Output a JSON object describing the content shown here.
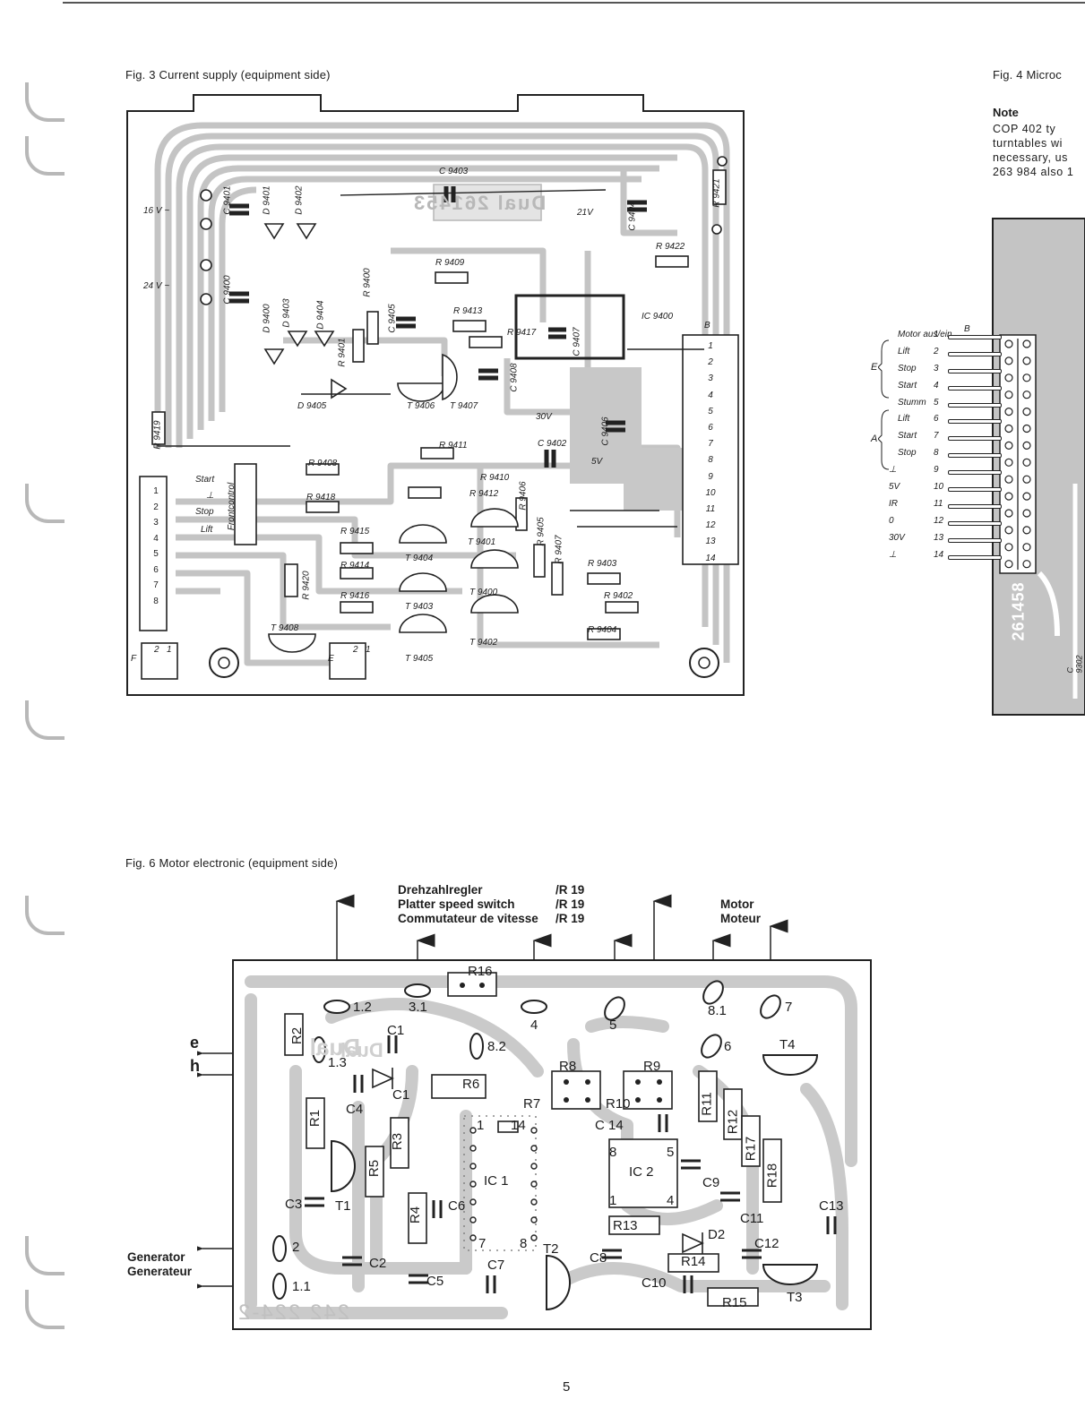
{
  "fig3": {
    "caption": "Fig. 3 Current supply (equipment side)",
    "components": [
      "C 9403",
      "21V",
      "C 9404",
      "R 9421",
      "R 9422",
      "16 V ~",
      "24 V ~",
      "C 9401",
      "D 9401",
      "D 9402",
      "C 9400",
      "D 9400",
      "D 9403",
      "D 9404",
      "R 9401",
      "R 9400",
      "C 9405",
      "R 9409",
      "R 9413",
      "R 9417",
      "C 9407",
      "C 9408",
      "IC 9400",
      "B",
      "D 9405",
      "T 9406",
      "T 9407",
      "R 9419",
      "30V",
      "C 9406",
      "C 9402",
      "5V",
      "R 9411",
      "R 9410",
      "R 9412",
      "R 9408",
      "R 9418",
      "R 9406",
      "R 9405",
      "R 9407",
      "R 9415",
      "R 9414",
      "R 9416",
      "R 9420",
      "T 9404",
      "T 9401",
      "T 9400",
      "T 9403",
      "T 9402",
      "T 9405",
      "T 9408",
      "R 9403",
      "R 9402",
      "R 9404",
      "F",
      "E"
    ],
    "board_text": "Dual 261453",
    "front_control": [
      "Start",
      "⊥",
      "Stop",
      "Lift",
      "Frontcontrol"
    ],
    "connector_left": [
      "1",
      "2",
      "3",
      "4",
      "5",
      "6",
      "7",
      "8"
    ],
    "connector_b": [
      "1",
      "2",
      "3",
      "4",
      "5",
      "6",
      "7",
      "8",
      "9",
      "10",
      "11",
      "12",
      "13",
      "14"
    ],
    "plug_pins": [
      "2",
      "1"
    ]
  },
  "fig4": {
    "caption": "Fig. 4 Microc",
    "note_title": "Note",
    "note_lines": [
      "COP 402 ty",
      "turntables wi",
      "necessary, us",
      "263 984 also 1"
    ],
    "connector_label": "B",
    "pins": [
      {
        "name": "Motor aus/ein",
        "num": "1"
      },
      {
        "name": "Lift",
        "num": "2"
      },
      {
        "name": "Stop",
        "num": "3"
      },
      {
        "name": "Start",
        "num": "4"
      },
      {
        "name": "Stumm",
        "num": "5"
      },
      {
        "name": "Lift",
        "num": "6"
      },
      {
        "name": "Start",
        "num": "7"
      },
      {
        "name": "Stop",
        "num": "8"
      },
      {
        "name": "⊥",
        "num": "9"
      },
      {
        "name": "5V",
        "num": "10"
      },
      {
        "name": "IR",
        "num": "11"
      },
      {
        "name": "0",
        "num": "12"
      },
      {
        "name": "30V",
        "num": "13"
      },
      {
        "name": "⊥",
        "num": "14"
      }
    ],
    "group_e": "E",
    "group_a": "A",
    "board_text": "261458",
    "side_label": "C 9302"
  },
  "fig6": {
    "caption": "Fig. 6 Motor electronic (equipment side)",
    "switch_labels": [
      "Drehzahlregler",
      "Platter speed switch",
      "Commutateur de vitesse"
    ],
    "switch_ref": "/R 19",
    "motor_labels": [
      "Motor",
      "Moteur"
    ],
    "generator_labels": [
      "Generator",
      "Generateur"
    ],
    "input_e": "e",
    "input_h": "h",
    "components": [
      "R16",
      "1.2",
      "3.1",
      "4",
      "5",
      "8.1",
      "7",
      "R2",
      "C1",
      "1.3",
      "8.2",
      "6",
      "T4",
      "C1",
      "R6",
      "R8",
      "R9",
      "R7",
      "R10",
      "C 14",
      "R1",
      "C4",
      "R3",
      "R5",
      "1",
      "14",
      "IC 1",
      "8",
      "5",
      "IC 2",
      "1",
      "4",
      "R11",
      "R12",
      "R17",
      "R18",
      "C9",
      "T1",
      "C3",
      "R4",
      "C6",
      "C11",
      "C13",
      "R13",
      "D2",
      "C12",
      "2",
      "C2",
      "7",
      "8",
      "T2",
      "C8",
      "R14",
      "1.1",
      "C5",
      "C7",
      "C10",
      "R15",
      "T3"
    ],
    "board_text": "242 224-2",
    "board_logo": "Dual"
  },
  "page_number": "5"
}
